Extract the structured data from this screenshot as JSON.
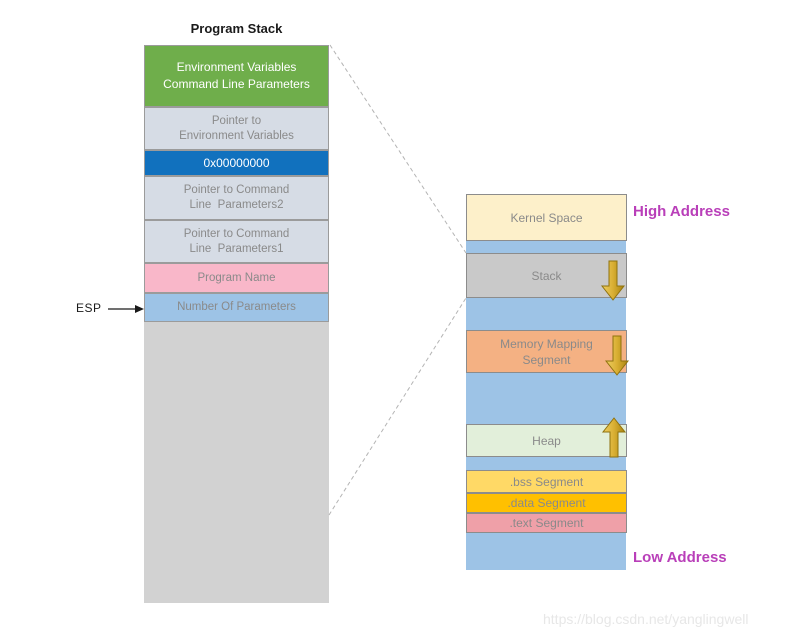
{
  "title": "Program Stack",
  "esp_label": "ESP",
  "program_stack": {
    "boxes": [
      {
        "line1": "Environment Variables",
        "line2": "Command Line Parameters"
      },
      {
        "line1": "Pointer to",
        "line2": "Environment Variables"
      },
      {
        "line1": "0x00000000"
      },
      {
        "line1": "Pointer to Command",
        "line2": "Line  Parameters2"
      },
      {
        "line1": "Pointer to Command",
        "line2": "Line  Parameters1"
      },
      {
        "line1": "Program Name"
      },
      {
        "line1": "Number Of Parameters"
      }
    ]
  },
  "memory_map": {
    "high_address_label": "High Address",
    "low_address_label": "Low Address",
    "segments": [
      {
        "line1": "Kernel Space"
      },
      {
        "line1": "Stack",
        "arrow": "down"
      },
      {
        "line1": "Memory Mapping",
        "line2": "Segment",
        "arrow": "down"
      },
      {
        "line1": "Heap",
        "arrow": "up"
      },
      {
        "line1": ".bss Segment"
      },
      {
        "line1": ".data Segment"
      },
      {
        "line1": ".text Segment"
      }
    ]
  },
  "watermark": "https://blog.csdn.net/yanglingwell",
  "colors": {
    "env_green": "#6FAE4B",
    "null_blue": "#1171BE",
    "pointer_gray": "#D6DCE5",
    "program_name_pink": "#F9B7C9",
    "param_blue": "#9DC3E6",
    "stack_filler_gray": "#D2D2D2",
    "kernel_cream": "#FDF0CA",
    "stack_gray": "#C9C9C9",
    "mms_orange": "#F4B183",
    "heap_green": "#E2EFDA",
    "bss_yellow": "#FFD966",
    "data_amber": "#FFC000",
    "text_pink": "#EFA0A8",
    "address_magenta": "#B93FB9",
    "arrow_gold": "#D9AF33"
  }
}
